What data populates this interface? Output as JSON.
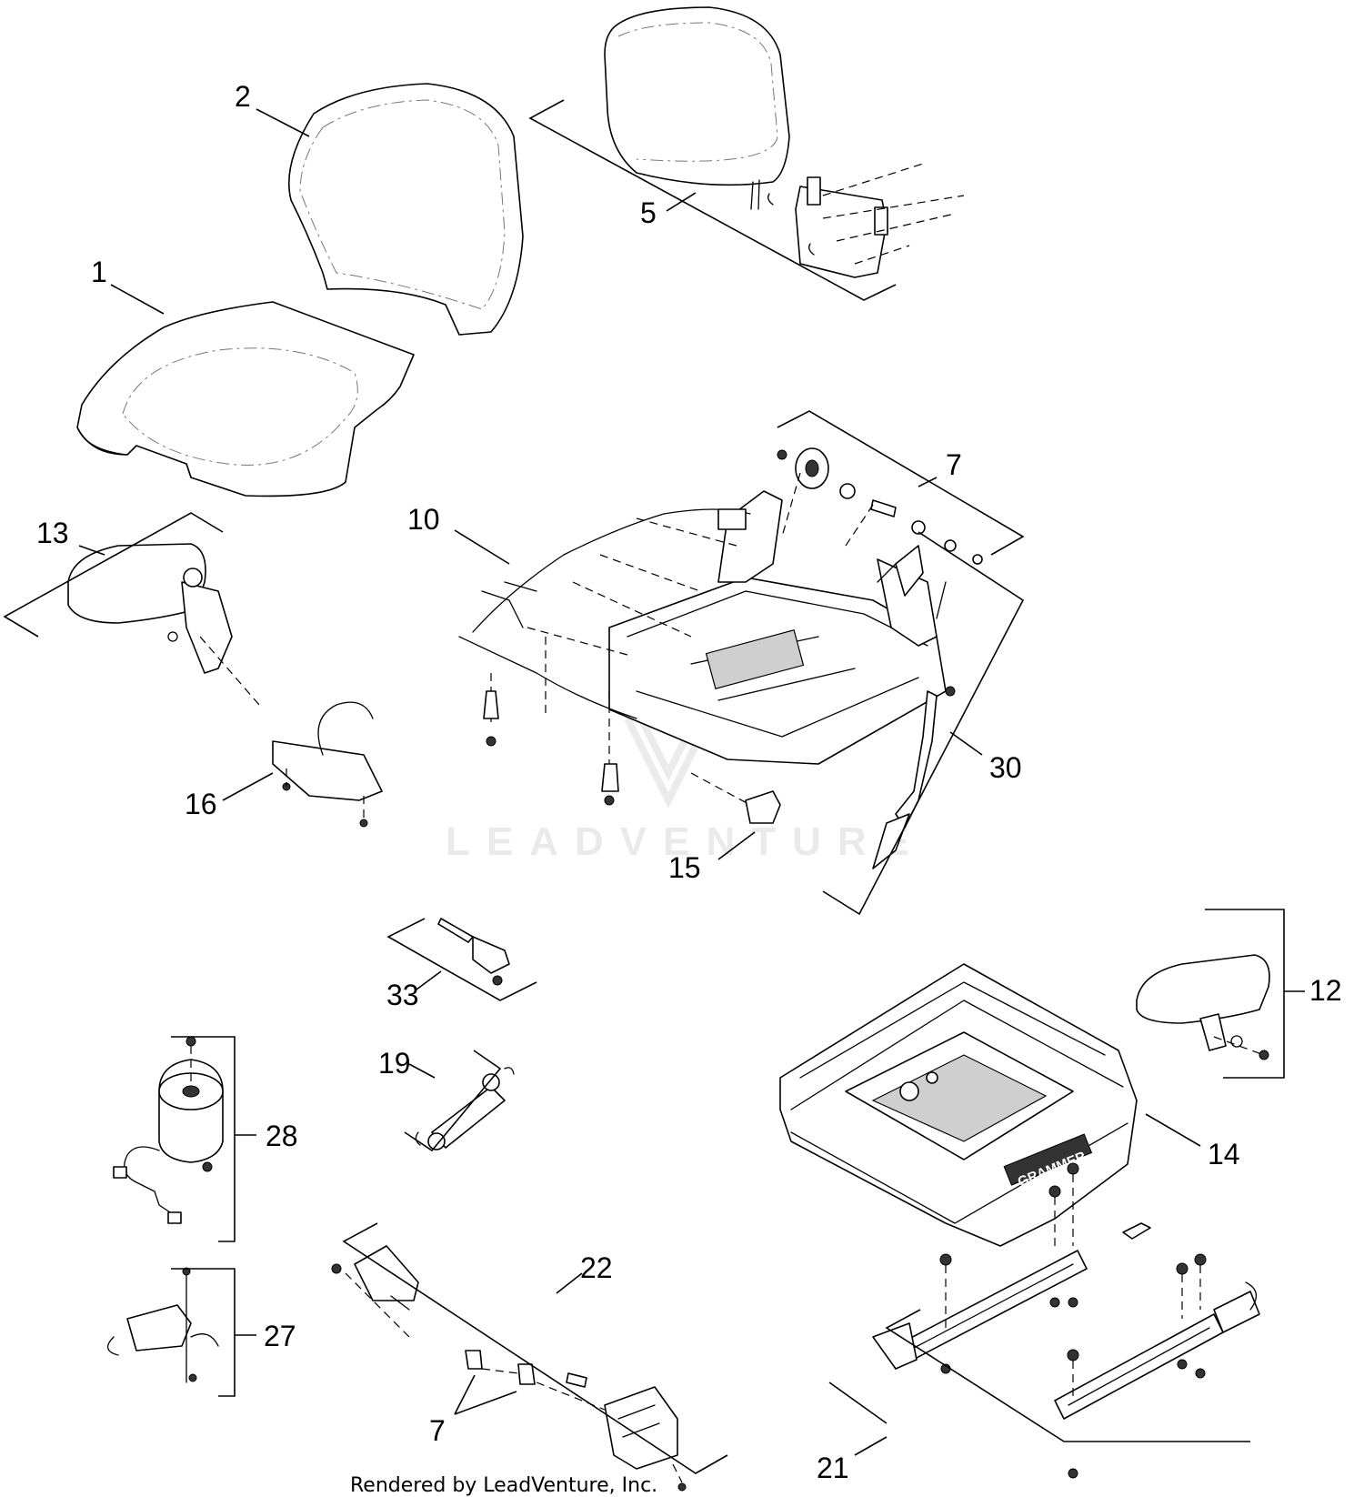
{
  "diagram": {
    "callouts": {
      "c1": "1",
      "c2": "2",
      "c5": "5",
      "c7a": "7",
      "c7b": "7",
      "c10": "10",
      "c12": "12",
      "c13": "13",
      "c14": "14",
      "c15": "15",
      "c16": "16",
      "c19": "19",
      "c21": "21",
      "c22": "22",
      "c27": "27",
      "c28": "28",
      "c30": "30",
      "c33": "33"
    },
    "brand_label": "GRAMMER",
    "watermark": "LEADVENTURE",
    "footer": "Rendered by LeadVenture, Inc."
  }
}
